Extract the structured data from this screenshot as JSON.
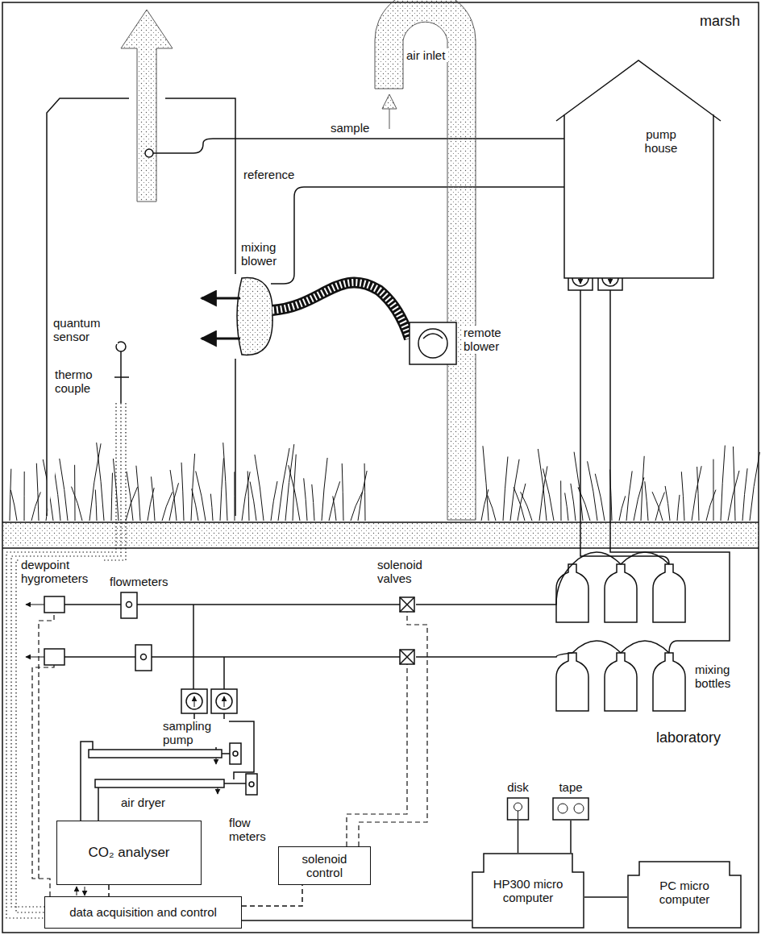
{
  "diagram": {
    "nodes": [
      {
        "text": [
          "pump house"
        ]
      },
      {
        "text": [
          "disk"
        ]
      },
      {
        "text": [
          "tape"
        ]
      },
      {
        "text": [
          "CO₂ analyser"
        ]
      },
      {
        "text": [
          "solenoid control"
        ]
      },
      {
        "text": [
          "data acquisition and control"
        ]
      },
      {
        "text": [
          "HP300 micro computer"
        ]
      },
      {
        "text": [
          "PC micro computer"
        ]
      }
    ],
    "edges": [
      {
        "from": 3,
        "to": 5,
        "arrow": "none"
      },
      {
        "from": 5,
        "to": 4,
        "arrow": "none"
      },
      {
        "from": 5,
        "to": 6,
        "arrow": "none"
      },
      {
        "from": 6,
        "to": 7,
        "arrow": "none"
      },
      {
        "from": 1,
        "to": 6,
        "arrow": "none"
      },
      {
        "from": 2,
        "to": 6,
        "arrow": "none"
      }
    ],
    "labels": [
      "marsh",
      "air inlet",
      "sample",
      "reference",
      "remote blower",
      "mixing blower",
      "quantum sensor",
      "thermo couple",
      "dewpoint hygrometers",
      "flowmeters",
      "solenoid valves",
      "mixing bottles",
      "sampling pump",
      "air dryer",
      "flow meters",
      "laboratory"
    ]
  }
}
